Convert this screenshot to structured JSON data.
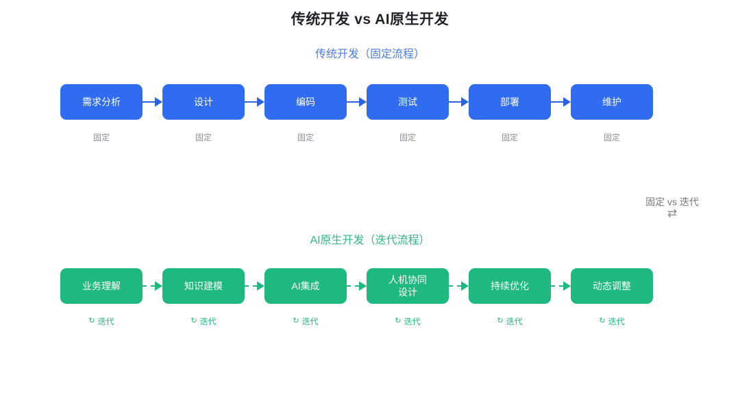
{
  "title": "传统开发 vs AI原生开发",
  "traditional": {
    "subtitle": "传统开发（固定流程）",
    "steps": [
      {
        "label": "需求分析",
        "note": "固定"
      },
      {
        "label": "设计",
        "note": "固定"
      },
      {
        "label": "编码",
        "note": "固定"
      },
      {
        "label": "测试",
        "note": "固定"
      },
      {
        "label": "部署",
        "note": "固定"
      },
      {
        "label": "维护",
        "note": "固定"
      }
    ]
  },
  "ai_native": {
    "subtitle": "AI原生开发（迭代流程）",
    "steps": [
      {
        "label": "业务理解",
        "icon": "↻",
        "note": "迭代"
      },
      {
        "label": "知识建模",
        "icon": "↻",
        "note": "迭代"
      },
      {
        "label": "AI集成",
        "icon": "↻",
        "note": "迭代"
      },
      {
        "label": "人机协同\n设计",
        "icon": "↻",
        "note": "迭代"
      },
      {
        "label": "持续优化",
        "icon": "↻",
        "note": "迭代"
      },
      {
        "label": "动态调整",
        "icon": "↻",
        "note": "迭代"
      }
    ]
  },
  "comparison": {
    "label": "固定 vs 迭代",
    "icon": "⇄"
  },
  "colors": {
    "traditional_box": "#2F6CF0",
    "traditional_arrow": "#2A62DF",
    "traditional_subtitle": "#4D7CE0",
    "ai_box": "#1EB97E",
    "ai_arrow": "#1EB97E",
    "ai_subtitle": "#2FBA85",
    "note_gray": "#8A8F98",
    "note_green": "#21B97D",
    "title_color": "#1F2329",
    "comparison_gray": "#74787E"
  }
}
